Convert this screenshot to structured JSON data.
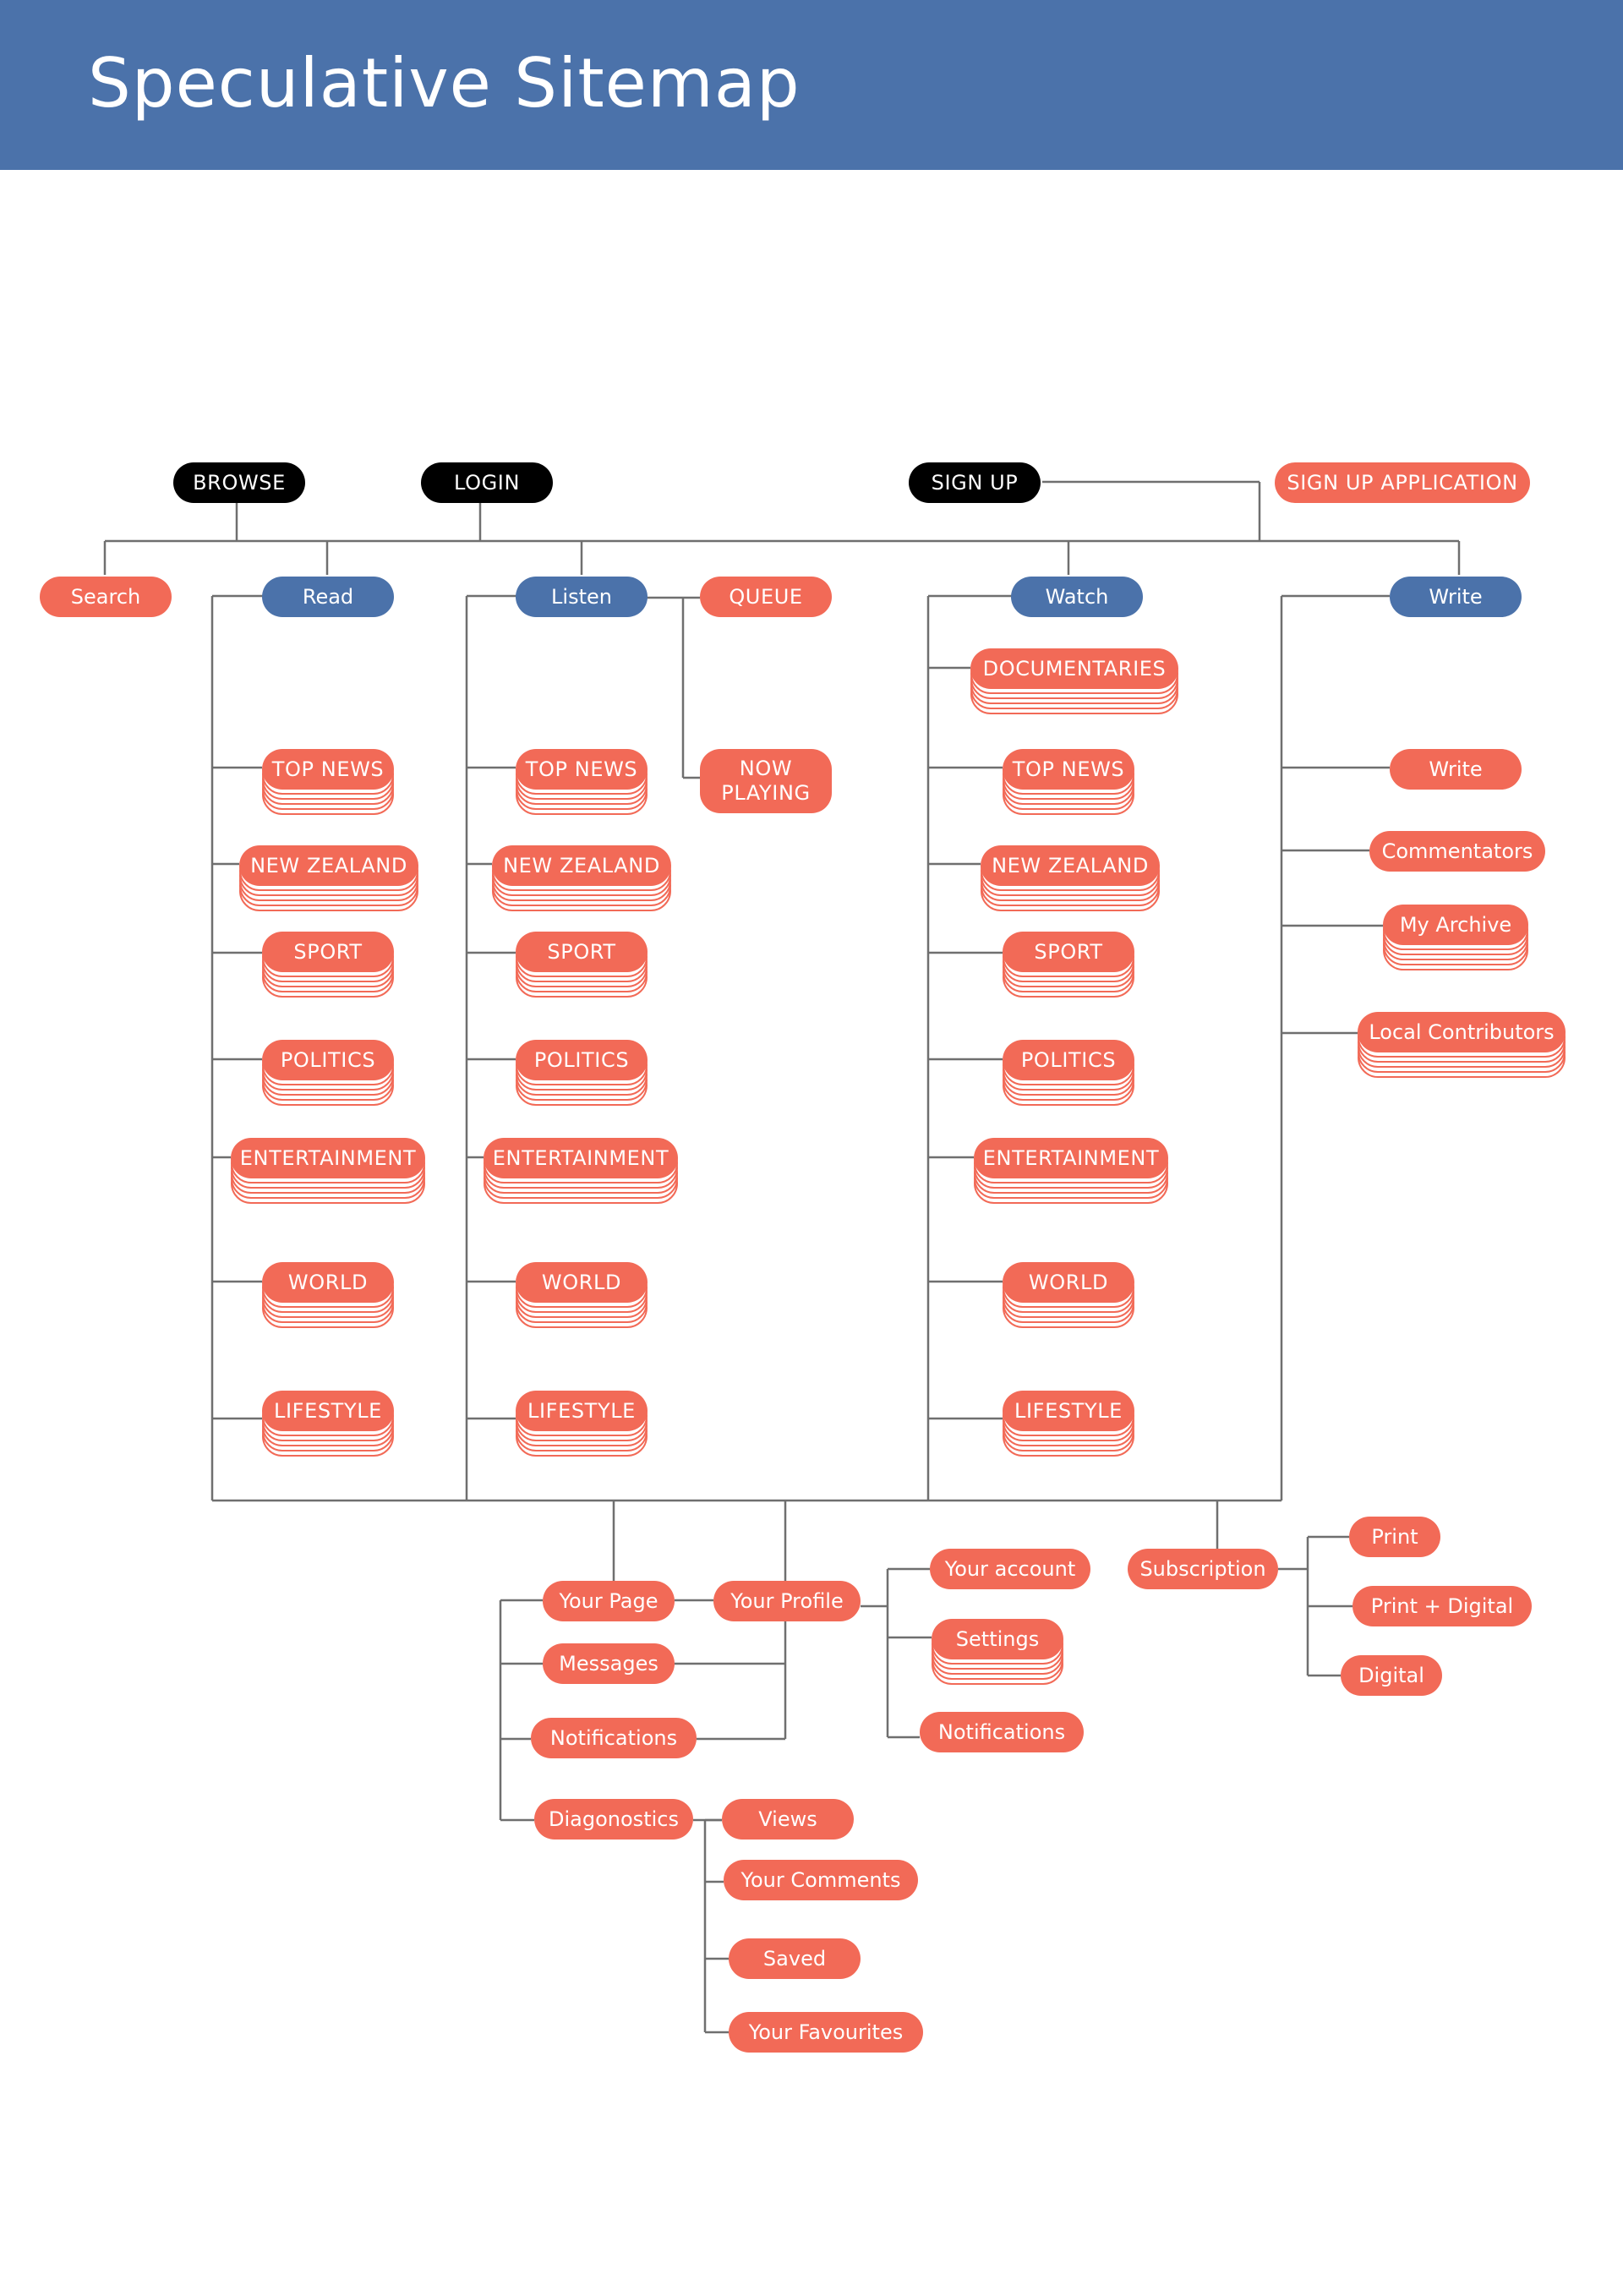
{
  "title": "Speculative Sitemap",
  "colors": {
    "header": "#4B72AA",
    "primary": "#000000",
    "section": "#4B72AA",
    "page": "#F26A57",
    "connector": "#6f6f6f"
  },
  "nodes": {
    "browse": "BROWSE",
    "login": "LOGIN",
    "signup": "SIGN UP",
    "signup_application": "SIGN UP APPLICATION",
    "search": "Search",
    "read": "Read",
    "listen": "Listen",
    "queue": "QUEUE",
    "now_playing": "NOW\nPLAYING",
    "watch": "Watch",
    "write": "Write",
    "documentaries": "DOCUMENTARIES",
    "write_page": "Write",
    "commentators": "Commentators",
    "my_archive": "My Archive",
    "local_contributors": "Local Contributors",
    "your_page": "Your Page",
    "your_profile": "Your Profile",
    "messages": "Messages",
    "notifications_page": "Notifications",
    "diagnostics": "Diagonostics",
    "views": "Views",
    "your_comments": "Your Comments",
    "saved": "Saved",
    "your_favourites": "Your Favourites",
    "your_account": "Your account",
    "settings": "Settings",
    "notifications_profile": "Notifications",
    "subscription": "Subscription",
    "print": "Print",
    "print_digital": "Print + Digital",
    "digital": "Digital"
  },
  "categories": {
    "top_news": "TOP NEWS",
    "new_zealand": "NEW ZEALAND",
    "sport": "SPORT",
    "politics": "POLITICS",
    "entertainment": "ENTERTAINMENT",
    "world": "WORLD",
    "lifestyle": "LIFESTYLE"
  }
}
